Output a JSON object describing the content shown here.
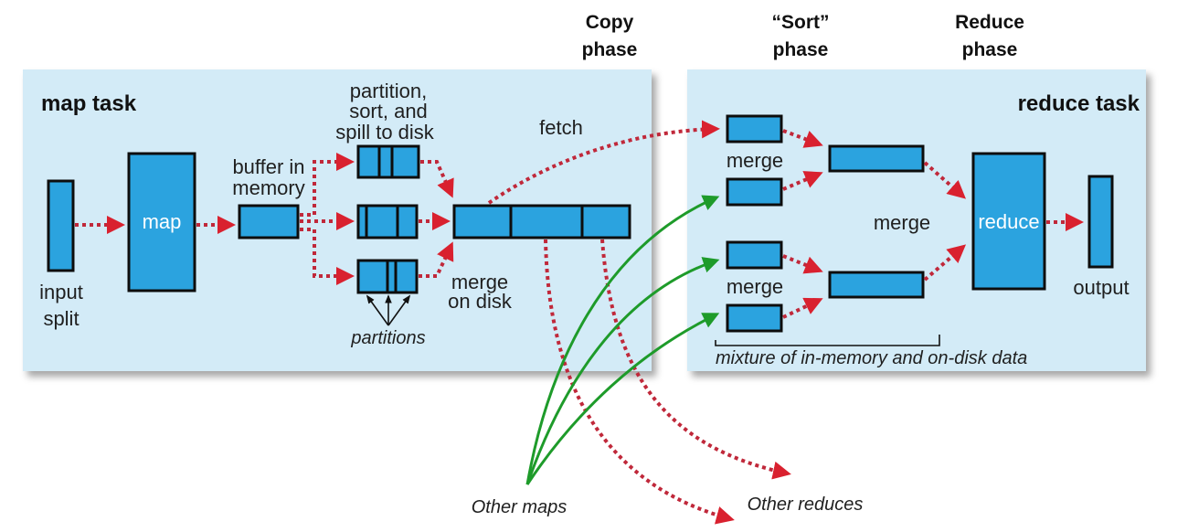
{
  "diagram": {
    "title": "MapReduce shuffle and sort",
    "colors": {
      "panel": "#d3ebf7",
      "box": "#2ba3df",
      "arrow_red": "#d9212f",
      "arrow_green": "#1e9b2a",
      "text": "#1f1f1f"
    },
    "phases": {
      "copy": [
        "Copy",
        "phase"
      ],
      "sort": [
        "“Sort”",
        "phase"
      ],
      "reduce": [
        "Reduce",
        "phase"
      ]
    },
    "map_task": {
      "title": "map task",
      "input_split": [
        "input",
        "split"
      ],
      "map_label": "map",
      "buffer": [
        "buffer in",
        "memory"
      ],
      "spill": [
        "partition,",
        "sort, and",
        "spill to disk"
      ],
      "fetch": "fetch",
      "merge_on_disk": [
        "merge",
        "on disk"
      ],
      "partitions": "partitions"
    },
    "reduce_task": {
      "title": "reduce task",
      "merge_top": "merge",
      "merge_bottom": "merge",
      "merge_middle": "merge",
      "reduce_label": "reduce",
      "output": "output",
      "mixture": "mixture of in-memory and on-disk data"
    },
    "external": {
      "other_maps": "Other maps",
      "other_reduces": "Other reduces"
    },
    "nodes": [
      "input-split",
      "map",
      "buffer-in-memory",
      "spill-1",
      "spill-2",
      "spill-3",
      "merged-file",
      "copied-segment-1",
      "copied-segment-2",
      "copied-segment-3",
      "copied-segment-4",
      "merged-segment-top",
      "merged-segment-bottom",
      "reduce",
      "output"
    ],
    "edges": [
      {
        "from": "input-split",
        "to": "map",
        "style": "dotted-red"
      },
      {
        "from": "map",
        "to": "buffer-in-memory",
        "style": "dotted-red"
      },
      {
        "from": "buffer-in-memory",
        "to": "spill-1",
        "style": "dotted-red"
      },
      {
        "from": "buffer-in-memory",
        "to": "spill-2",
        "style": "dotted-red"
      },
      {
        "from": "buffer-in-memory",
        "to": "spill-3",
        "style": "dotted-red"
      },
      {
        "from": "spill-1",
        "to": "merged-file",
        "style": "dotted-red"
      },
      {
        "from": "spill-2",
        "to": "merged-file",
        "style": "dotted-red"
      },
      {
        "from": "spill-3",
        "to": "merged-file",
        "style": "dotted-red"
      },
      {
        "from": "merged-file",
        "to": "copied-segment-1",
        "style": "dotted-red",
        "label": "fetch"
      },
      {
        "from": "merged-file",
        "to": "Other reduces",
        "style": "dotted-red"
      },
      {
        "from": "merged-file",
        "to": "Other reduces",
        "style": "dotted-red"
      },
      {
        "from": "Other maps",
        "to": "copied-segment-2",
        "style": "solid-green"
      },
      {
        "from": "Other maps",
        "to": "copied-segment-3",
        "style": "solid-green"
      },
      {
        "from": "Other maps",
        "to": "copied-segment-4",
        "style": "solid-green"
      },
      {
        "from": "copied-segment-1",
        "to": "merged-segment-top",
        "style": "dotted-red"
      },
      {
        "from": "copied-segment-2",
        "to": "merged-segment-top",
        "style": "dotted-red"
      },
      {
        "from": "copied-segment-3",
        "to": "merged-segment-bottom",
        "style": "dotted-red"
      },
      {
        "from": "copied-segment-4",
        "to": "merged-segment-bottom",
        "style": "dotted-red"
      },
      {
        "from": "merged-segment-top",
        "to": "reduce",
        "style": "dotted-red"
      },
      {
        "from": "merged-segment-bottom",
        "to": "reduce",
        "style": "dotted-red"
      },
      {
        "from": "reduce",
        "to": "output",
        "style": "dotted-red"
      }
    ]
  }
}
